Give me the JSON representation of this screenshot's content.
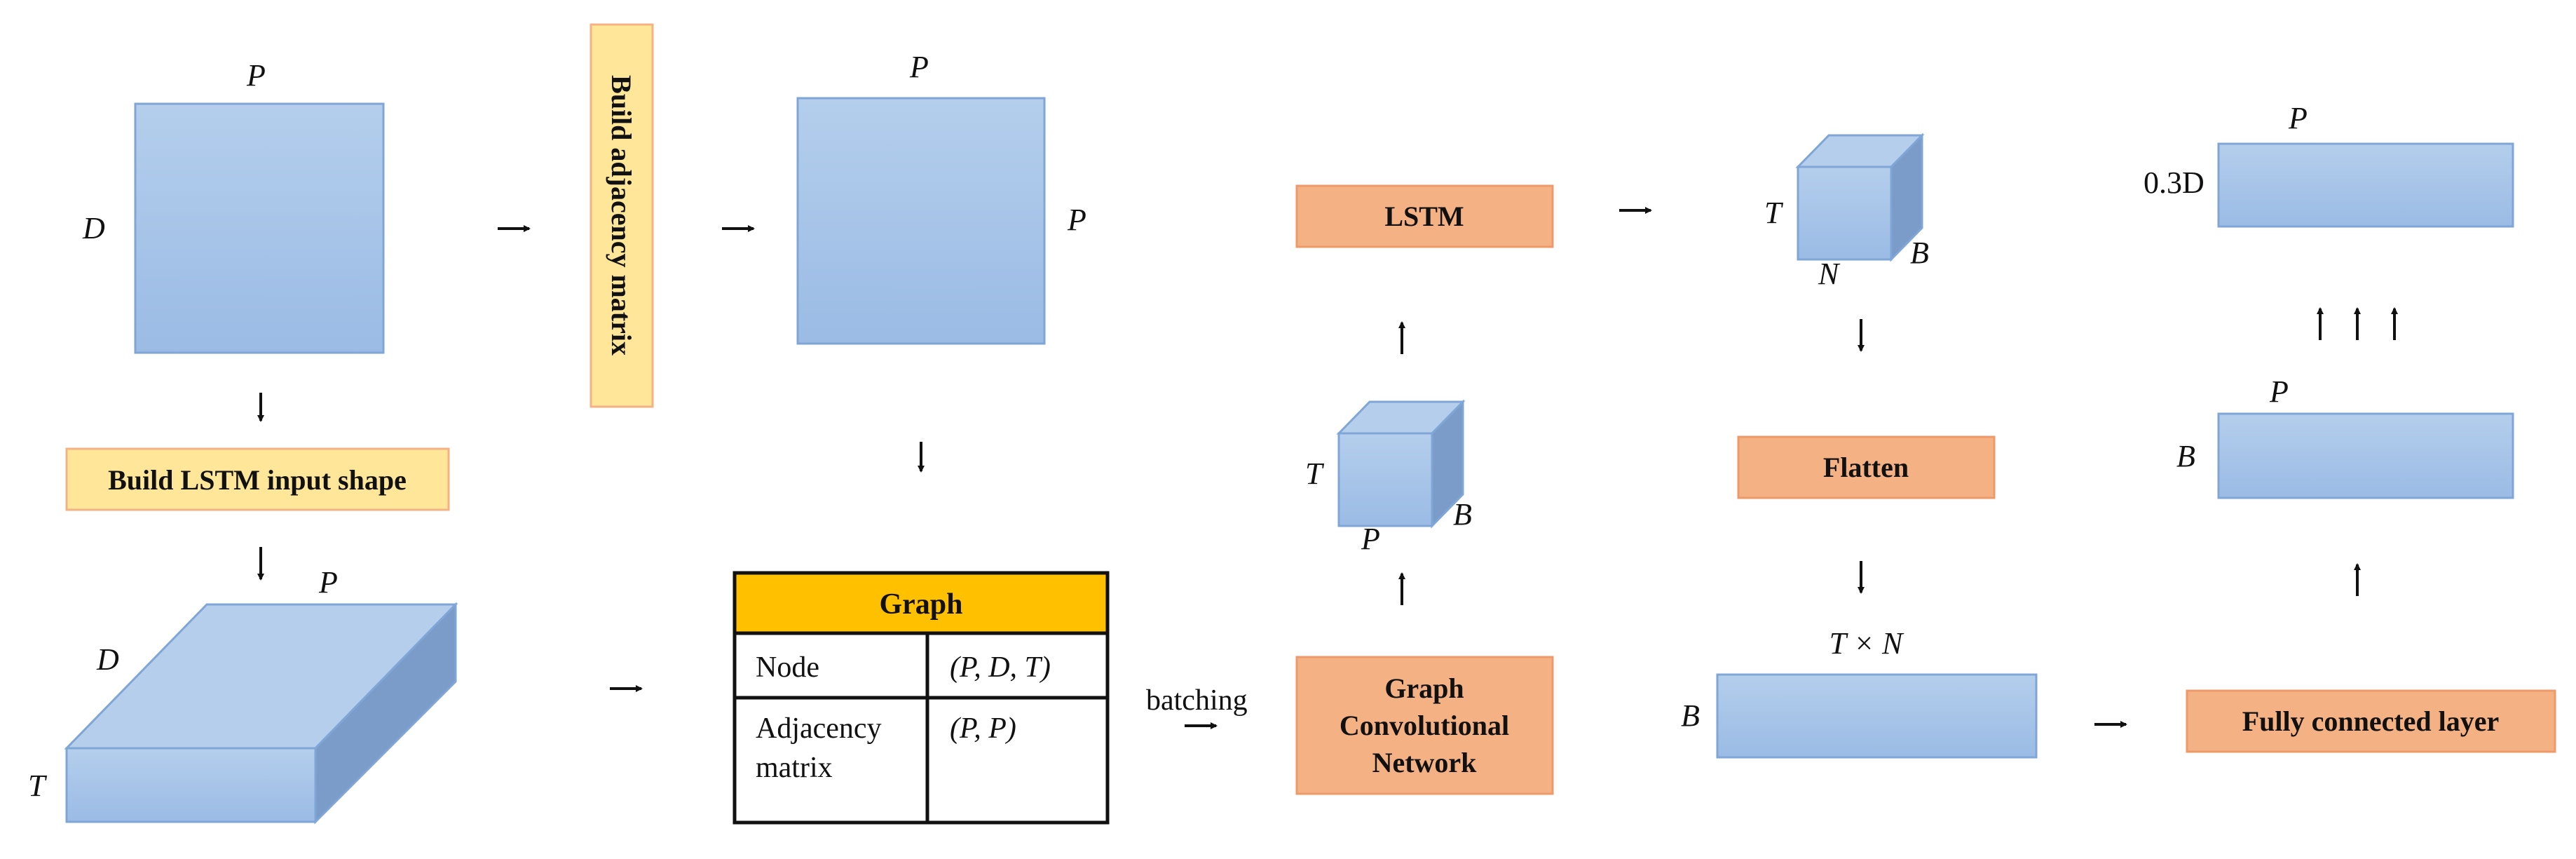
{
  "labels": {
    "p": "P",
    "d": "D",
    "t": "T",
    "n": "N",
    "b": "B",
    "point_three_d": "0.3D",
    "t_times_n": "T × N"
  },
  "boxes": {
    "build_adjacency": "Build adjacency matrix",
    "build_lstm_input": "Build LSTM input shape",
    "lstm": "LSTM",
    "gcn": [
      "Graph",
      "Convolutional",
      "Network"
    ],
    "flatten": "Flatten",
    "fully_connected": "Fully connected layer"
  },
  "graph_table": {
    "header": "Graph",
    "rows": [
      {
        "name": [
          "Node"
        ],
        "value": "(P, D, T)"
      },
      {
        "name": [
          "Adjacency",
          "matrix"
        ],
        "value": "(P, P)"
      }
    ]
  },
  "batching": "batching",
  "colors": {
    "blue_top": "#b3cdec",
    "blue_bottom": "#9dbde6",
    "blue_side": "#7b9cc8",
    "blue_edge": "#7fa6d6",
    "yellow_fill": "#ffe699",
    "yellow_edge": "#f4b183",
    "orange_fill": "#f4b183",
    "orange_edge": "#ed9a6b",
    "table_header": "#ffc000"
  }
}
